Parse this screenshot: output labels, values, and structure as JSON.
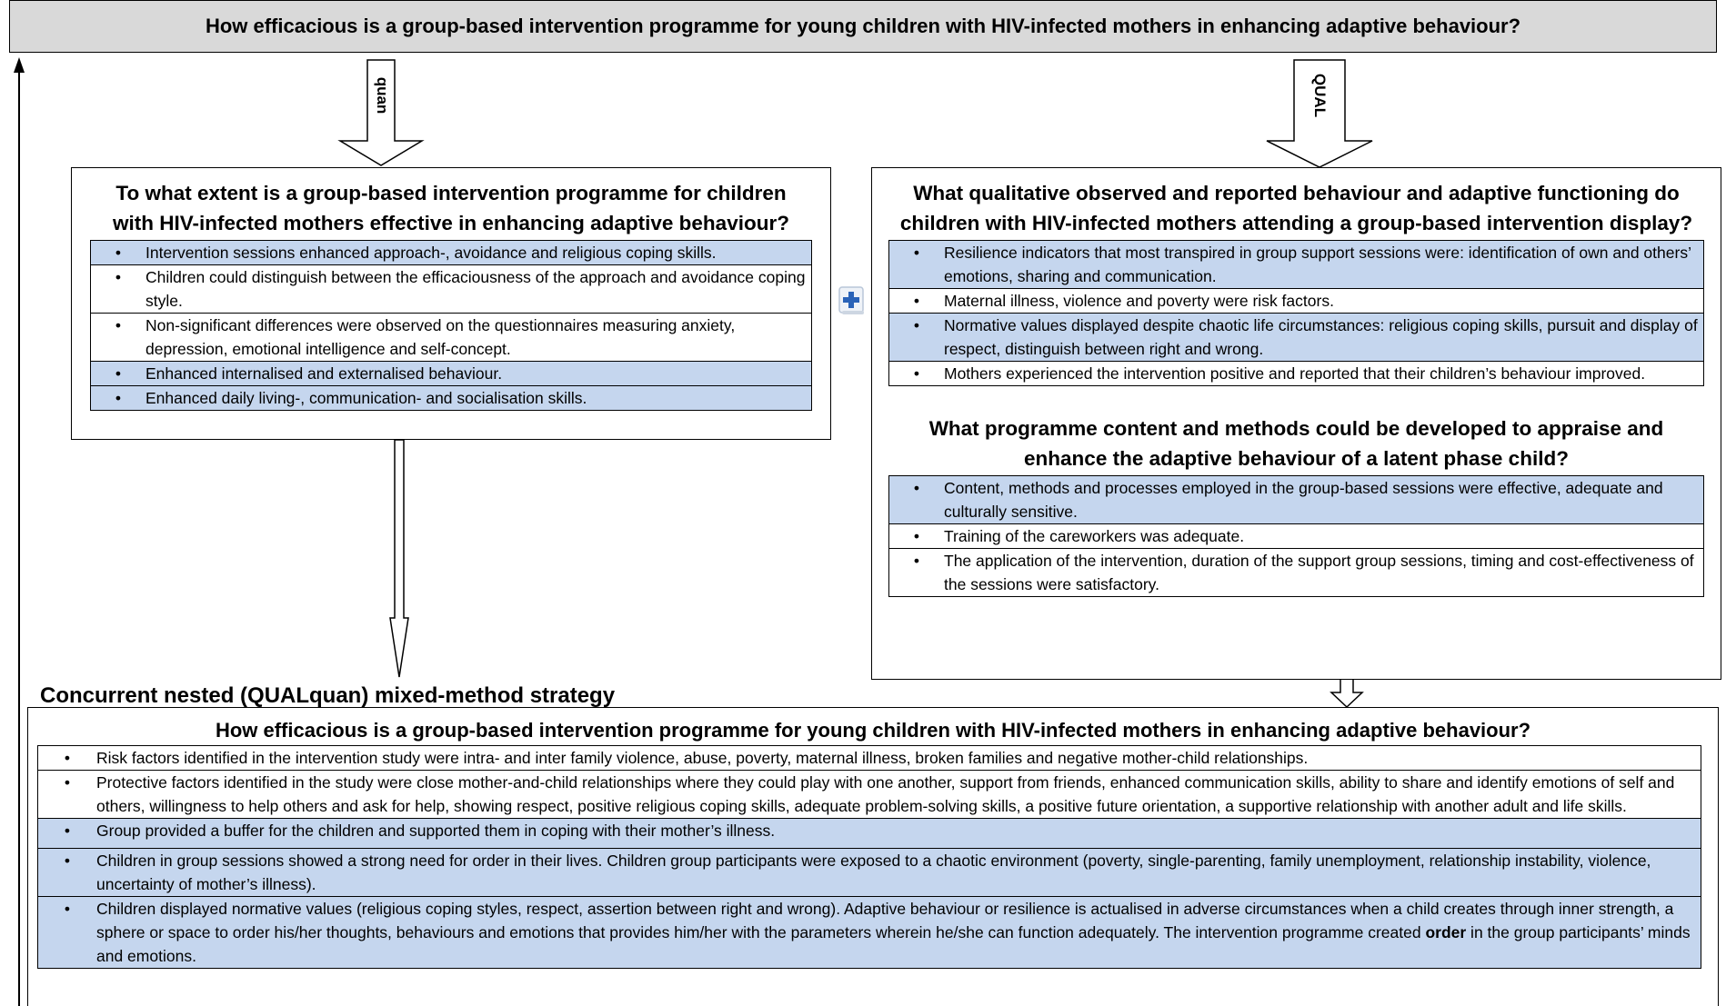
{
  "main_question": "How efficacious is a group-based intervention programme for young children with HIV-infected mothers in enhancing adaptive behaviour?",
  "quan_label": "quan",
  "qual_label": "QUAL",
  "quant_box": {
    "heading": "To what extent is a group-based intervention programme for children with HIV-infected mothers effective in enhancing adaptive behaviour?",
    "items": [
      {
        "text": "Intervention sessions enhanced approach-, avoidance and religious coping skills.",
        "highlight": true
      },
      {
        "text": "Children could distinguish between the efficaciousness of the approach and avoidance coping style.",
        "highlight": false
      },
      {
        "text": "Non-significant differences were observed on the questionnaires measuring anxiety, depression, emotional intelligence and self-concept.",
        "highlight": false
      },
      {
        "text": "Enhanced internalised and externalised behaviour.",
        "highlight": true
      },
      {
        "text": "Enhanced daily living-, communication- and socialisation skills.",
        "highlight": true
      }
    ]
  },
  "qual_box": {
    "heading1": "What qualitative observed and reported behaviour and adaptive functioning do children with HIV-infected mothers attending a group-based intervention display?",
    "items1": [
      {
        "text": "Resilience indicators that most transpired in group support sessions were: identification of own and others’ emotions, sharing and communication.",
        "highlight": true
      },
      {
        "text": "Maternal illness, violence and poverty were risk factors.",
        "highlight": false
      },
      {
        "text": "Normative values displayed despite chaotic life circumstances: religious coping skills, pursuit and display of respect, distinguish between right and wrong.",
        "highlight": true
      },
      {
        "text": "Mothers experienced the intervention positive and reported that their children’s behaviour improved.",
        "highlight": false
      }
    ],
    "heading2": "What programme content and methods could be developed to appraise and enhance the adaptive behaviour of a latent phase child?",
    "items2": [
      {
        "text": "Content, methods and processes employed in the group-based sessions were effective, adequate and culturally sensitive.",
        "highlight": true
      },
      {
        "text": "Training of the careworkers was adequate.",
        "highlight": false
      },
      {
        "text": "The application of the intervention, duration of the support group sessions, timing and cost-effectiveness of the sessions were satisfactory.",
        "highlight": false
      }
    ]
  },
  "strategy_label": "Concurrent nested (QUALquan) mixed-method strategy",
  "bottom_box": {
    "heading": "How efficacious is a group-based intervention programme for young children with HIV-infected mothers in enhancing adaptive behaviour?",
    "items": [
      {
        "text": "Risk factors identified in the intervention study were intra- and inter family violence, abuse, poverty, maternal illness, broken families and negative mother-child relationships.",
        "highlight": false
      },
      {
        "text": "Protective factors identified in the study were close mother-and-child relationships where they could play with one another, support from friends, enhanced communication skills, ability to share and identify emotions of self and others, willingness to help others and ask for help, showing respect, positive religious coping skills, adequate problem-solving skills, a positive future orientation, a supportive relationship with another adult and life skills.",
        "highlight": false
      },
      {
        "text": "Group provided a buffer for the children and supported them in coping with their mother’s illness.",
        "highlight": true
      },
      {
        "text": "Children in group sessions showed a strong need for order in their lives. Children group participants were exposed to a chaotic environment (poverty, single-parenting, family unemployment, relationship instability, violence, uncertainty of mother’s illness).",
        "highlight": true
      },
      {
        "text_before": "Children displayed normative values (religious coping styles, respect, assertion between right and wrong). Adaptive behaviour or resilience is actualised in adverse circumstances when a child creates through inner strength, a sphere or space to order his/her thoughts, behaviours and emotions that provides him/her with the parameters wherein he/she can function adequately.  The intervention programme created ",
        "bold": "order",
        "text_after": " in the group participants’ minds and emotions.",
        "highlight": true
      }
    ]
  }
}
